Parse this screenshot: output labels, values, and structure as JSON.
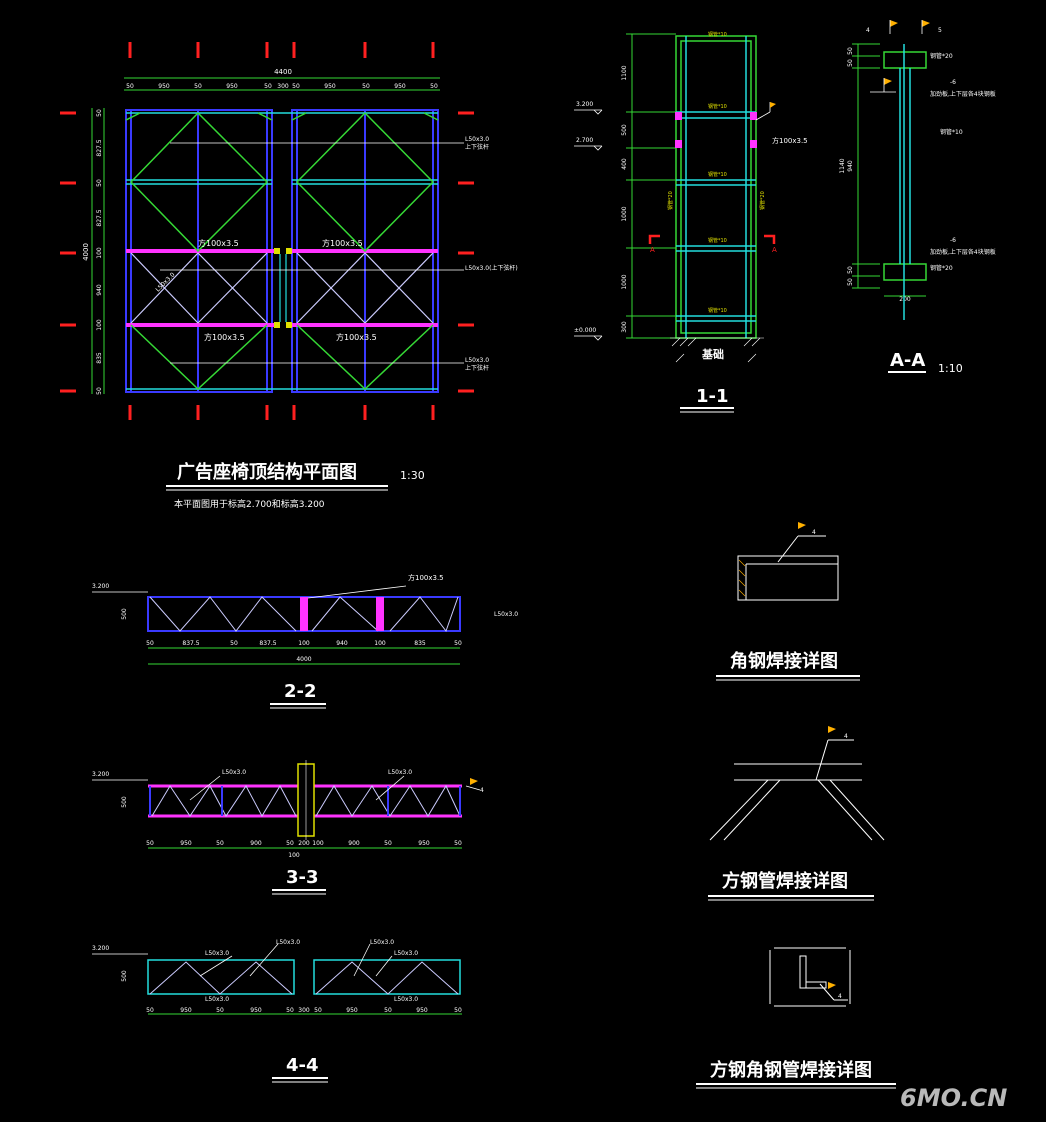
{
  "plan": {
    "title": "广告座椅顶结构平面图",
    "scale": "1:30",
    "note": "本平面图用于标高2.700和标高3.200",
    "top_total": "4400",
    "top_dims": [
      "50",
      "950",
      "50",
      "950",
      "50",
      "300",
      "50",
      "950",
      "50",
      "950",
      "50"
    ],
    "left_total": "4000",
    "left_dims": [
      "50",
      "827.5",
      "50",
      "827.5",
      "100",
      "940",
      "100",
      "835",
      "50"
    ],
    "labels": {
      "tube_a": "方100x3.5",
      "tube_b": "方100x3.5",
      "tube_c": "方100x3.5",
      "tube_d": "方100x3.5",
      "angle_top": "L50x3.0",
      "angle_top_sub": "上下弦杆",
      "angle_mid": "L50x3.0(上下弦杆)",
      "angle_bot": "L50x3.0",
      "angle_bot_sub": "上下弦杆",
      "diag": "L50x3.0"
    }
  },
  "section_1_1": {
    "title": "1-1",
    "elev_3200": "3.200",
    "elev_2700": "2.700",
    "elev_0": "±0.000",
    "dims": [
      "1100",
      "500",
      "400",
      "1000",
      "1000",
      "300"
    ],
    "member_labels": [
      "钢管*10",
      "钢管*10",
      "钢管*10",
      "钢管*10",
      "钢管*10"
    ],
    "col_label_l": "钢管*20",
    "col_label_r": "钢管*20",
    "tube_label": "方100x3.5",
    "section_mark_l": "A",
    "section_mark_r": "A",
    "base": "基础"
  },
  "section_a_a": {
    "title": "A-A",
    "scale": "1:10",
    "weld_top_l": "4",
    "weld_top_r": "5",
    "plate_top": "钢管*20",
    "plate_top_note": "-6",
    "plate_top_note2": "加劲板,上下层各4块钢板",
    "member": "钢管*10",
    "plate_bot_note": "-6",
    "plate_bot_note2": "加劲板,上下层各4块钢板",
    "plate_bot": "钢管*20",
    "dims": [
      "50",
      "50",
      "1140",
      "940",
      "50",
      "50"
    ],
    "width": "200"
  },
  "section_2_2": {
    "title": "2-2",
    "elev": "3.200",
    "height": "500",
    "dims": [
      "50",
      "837.5",
      "50",
      "837.5",
      "100",
      "940",
      "100",
      "835",
      "50"
    ],
    "total": "4000",
    "tube": "方100x3.5",
    "angle": "L50x3.0"
  },
  "section_3_3": {
    "title": "3-3",
    "elev": "3.200",
    "height": "500",
    "angle_l": "L50x3.0",
    "angle_r": "L50x3.0",
    "weld": "4",
    "dims": [
      "50",
      "950",
      "50",
      "900",
      "50",
      "200",
      "100",
      "900",
      "50",
      "950",
      "50"
    ],
    "sub": "100"
  },
  "section_4_4": {
    "title": "4-4",
    "elev": "3.200",
    "height": "500",
    "top_labels": [
      "L50x3.0",
      "L50x3.0",
      "L50x3.0",
      "L50x3.0"
    ],
    "bot_labels": [
      "L50x3.0",
      "L50x3.0"
    ],
    "dims": [
      "50",
      "950",
      "50",
      "950",
      "50",
      "300",
      "50",
      "950",
      "50",
      "950",
      "50"
    ]
  },
  "details": {
    "angle_weld": "角钢焊接详图",
    "tube_weld": "方钢管焊接详图",
    "tube_angle_weld": "方钢角钢管焊接详图",
    "weld_size": "4"
  },
  "watermark": "6MO.CN",
  "colors": {
    "background": "#000000",
    "blue": "#3a3aff",
    "green": "#35d835",
    "magenta": "#ff33ff",
    "red": "#ff2020",
    "cyan": "#22dddd",
    "yellow": "#ffe000",
    "white": "#ffffff"
  }
}
